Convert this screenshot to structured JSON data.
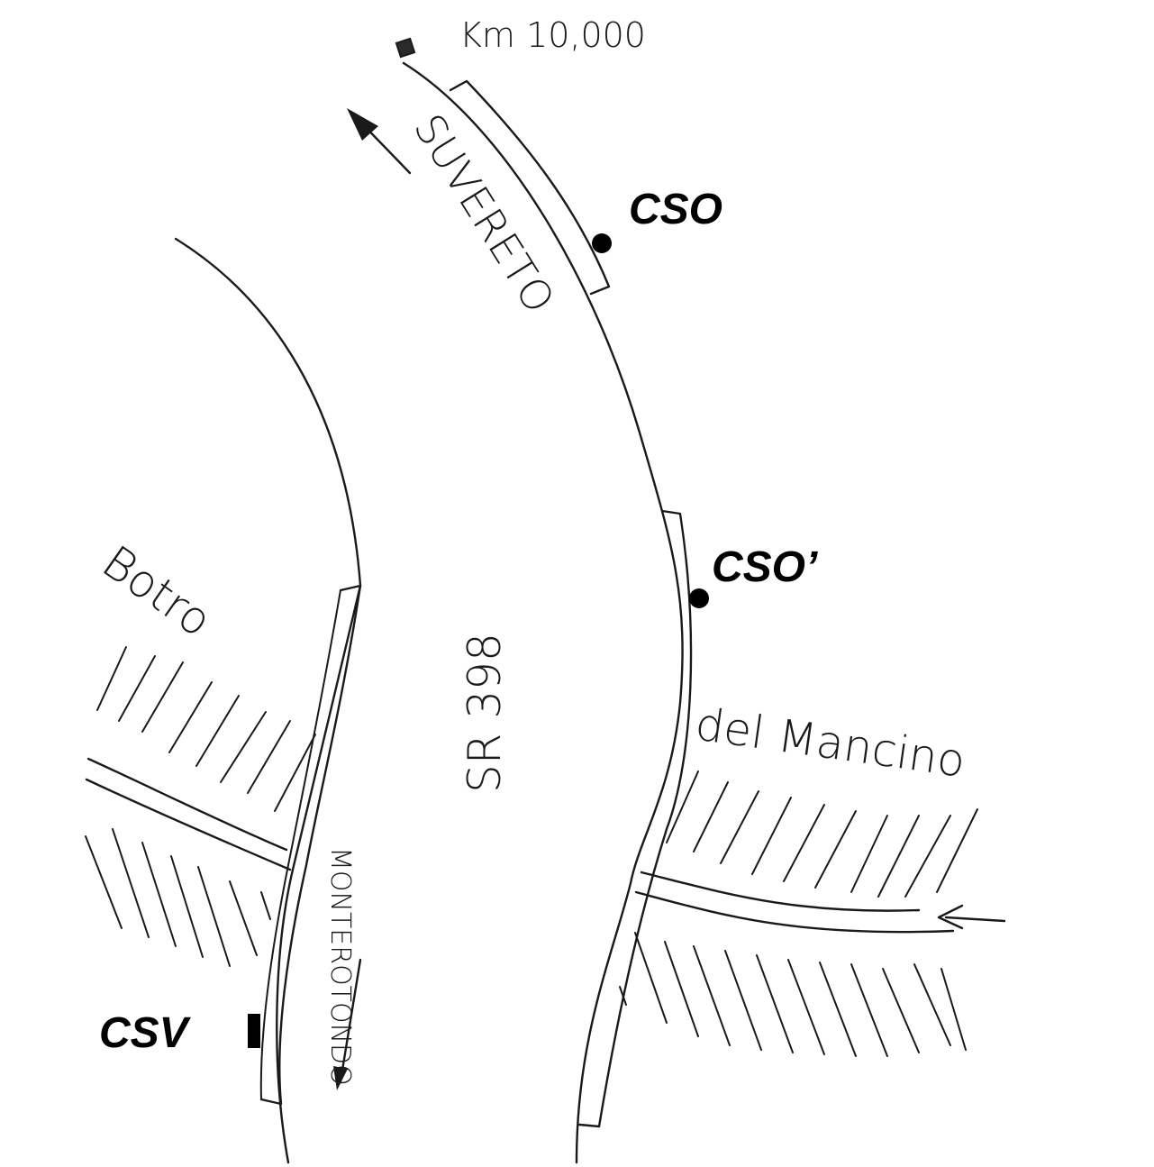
{
  "road_name": "SR 398",
  "km_marker": "Km 10,000",
  "directions": {
    "north": "SUVERETO",
    "south": "MONTEROTONDO"
  },
  "streams": {
    "left": "Botro",
    "right": "del Mancino"
  },
  "points": {
    "cso": "CSO",
    "cso_prime": "CSO’",
    "csv": "CSV"
  },
  "colors": {
    "ink": "#1a1a1a",
    "background": "#ffffff"
  }
}
